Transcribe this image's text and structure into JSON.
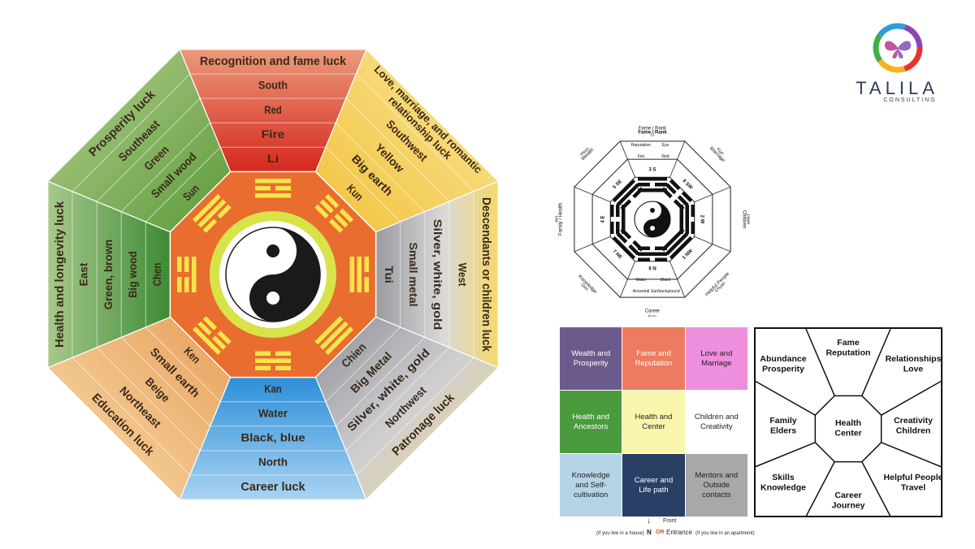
{
  "big_bagua": {
    "top": [
      "Recognition and fame luck",
      "South",
      "Red",
      "Fire",
      "Li"
    ],
    "top_right": [
      "Love, marriage, and romantic relationship luck",
      "Southwest",
      "Yellow",
      "Big earth",
      "Kun"
    ],
    "right": [
      "Descendants or children luck",
      "West",
      "Silver, white, gold",
      "Small metal",
      "Tui"
    ],
    "bottom_right": [
      "Patronage luck",
      "Northwest",
      "Silver, white, gold",
      "Big Metal",
      "Chien"
    ],
    "bottom": [
      "Career luck",
      "North",
      "Black, blue",
      "Water",
      "Kan"
    ],
    "bottom_left": [
      "Education luck",
      "Northeast",
      "Beige",
      "Small earth",
      "Ken"
    ],
    "left": [
      "Health and longevity luck",
      "East",
      "Green, brown",
      "Big wood",
      "Chen"
    ],
    "top_left": [
      "Prosperity luck",
      "Southeast",
      "Green",
      "Small wood",
      "Sun"
    ]
  },
  "small_bagua": {
    "top": {
      "title": "Li",
      "sub": "Fame / Rank",
      "a": "Reputation",
      "b": "Eye",
      "c": "Fire",
      "d": "Red",
      "num": "3",
      "dir": "S"
    },
    "top_right": {
      "title": "Marriage",
      "sub": "Kun",
      "num": "8",
      "dir": "SW"
    },
    "right": {
      "title": "Children",
      "sub": "Dwei",
      "num": "2",
      "dir": "W"
    },
    "bottom_right": {
      "title": "Helpful People",
      "sub": "Chyan",
      "num": "1",
      "dir": "NW"
    },
    "bottom": {
      "title": "Career",
      "sub": "Kan",
      "a": "Ancestral",
      "b": "Ear/background",
      "c": "Water",
      "d": "Black",
      "num": "6",
      "dir": "N"
    },
    "bottom_left": {
      "title": "Knowledge",
      "sub": "Gen",
      "num": "7",
      "dir": "NE"
    },
    "left": {
      "title": "Family / Health",
      "sub": "Jen",
      "num": "4",
      "dir": "E"
    },
    "top_left": {
      "title": "Wealth",
      "sub": "Hsun",
      "num": "5",
      "dir": "SE"
    }
  },
  "grid": {
    "cells": [
      {
        "label": "Wealth and Prosperity",
        "color": "#6b5b8c",
        "text": "#ffffff"
      },
      {
        "label": "Fame and Reputation",
        "color": "#ec7b5f",
        "text": "#ffffff"
      },
      {
        "label": "Love and Marriage",
        "color": "#ee8fde",
        "text": "#222222"
      },
      {
        "label": "Health and Ancestors",
        "color": "#4a9b3e",
        "text": "#ffffff"
      },
      {
        "label": "Health and Center",
        "color": "#fbf6ad",
        "text": "#222222"
      },
      {
        "label": "Children and Creativity",
        "color": "#ffffff",
        "text": "#222222"
      },
      {
        "label": "Knowledge and Self-cultivation",
        "color": "#b5d4e6",
        "text": "#222222"
      },
      {
        "label": "Career and Life path",
        "color": "#2a3f66",
        "text": "#ffffff"
      },
      {
        "label": "Mentors and Outside contacts",
        "color": "#a8a8a8",
        "text": "#222222"
      }
    ],
    "footer_house": "(If you live in a house)",
    "footer_n": "N",
    "footer_or": "OR",
    "footer_front": "Front",
    "footer_entrance": "Entrance",
    "footer_apartment": "(If you live in an apartment)"
  },
  "octagon_map": {
    "center": "Health Center",
    "top": "Fame Reputation",
    "top_right": "Relationships Love",
    "right": "Creativity Children",
    "bottom_right": "Helpful People Travel",
    "bottom": "Career Journey",
    "bottom_left": "Skills Knowledge",
    "left": "Family Elders",
    "top_left": "Abundance Prosperity"
  },
  "logo": {
    "name": "TALILA",
    "tagline": "CONSULTING",
    "icon": "butterfly-icon",
    "colors": [
      "#e8332a",
      "#f7b21b",
      "#3fae49",
      "#2a9fd8",
      "#8e44ad"
    ]
  },
  "colors": {
    "fire": "#d9443a",
    "earth": "#f5cc45",
    "metal": "#9fa3ab",
    "water": "#4aa4e0",
    "wood": "#6aa84f",
    "beige": "#f2c48a",
    "core": "#e96d2f"
  }
}
